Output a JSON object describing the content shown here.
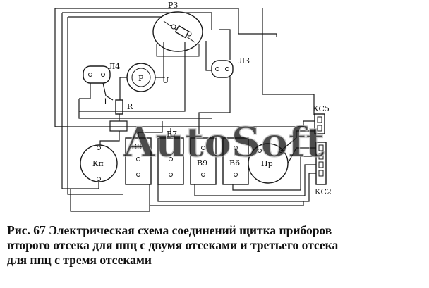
{
  "labels": {
    "relay": "РЗ",
    "lamp_4": "Л4",
    "lamp_3": "Л3",
    "gauge": "P",
    "gauge_u": "U",
    "resistor": "R",
    "point_1": "1",
    "kc5": "КС5",
    "kc2": "КС2",
    "kp": "Кп",
    "b8": "В8",
    "b7": "В7",
    "b9": "В9",
    "b6": "В6",
    "pr": "Пр"
  },
  "watermark": "AutoSoft",
  "caption": {
    "line1": "Рис. 67 Электрическая схема соединений  щитка приборов",
    "line2": "второго отсека для ппц с двумя отсеками и третьего отсека",
    "line3": "для ппц с тремя отсеками"
  }
}
